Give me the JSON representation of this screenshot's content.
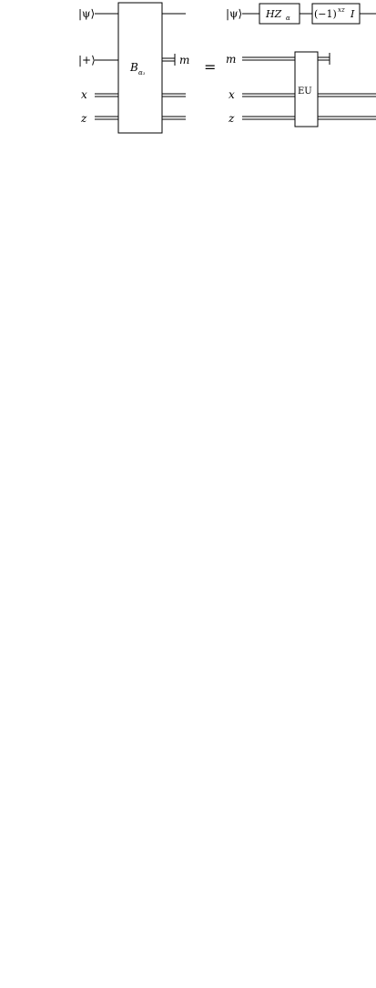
{
  "left_circuit": {
    "inputs": [
      "|ψ⟩",
      "|+⟩",
      "x",
      "z"
    ],
    "gate_label": "B",
    "gate_subscript": "α₁",
    "measure_output": "m"
  },
  "equals": "=",
  "right_circuit": {
    "inputs": [
      "|ψ⟩",
      "m",
      "x",
      "z"
    ],
    "gate1_label": "HZ",
    "gate1_subscript": "α",
    "gate2_label": "(−1)",
    "gate2_superscript": "xz",
    "gate2_suffix": "I",
    "eu_label": "EU"
  }
}
